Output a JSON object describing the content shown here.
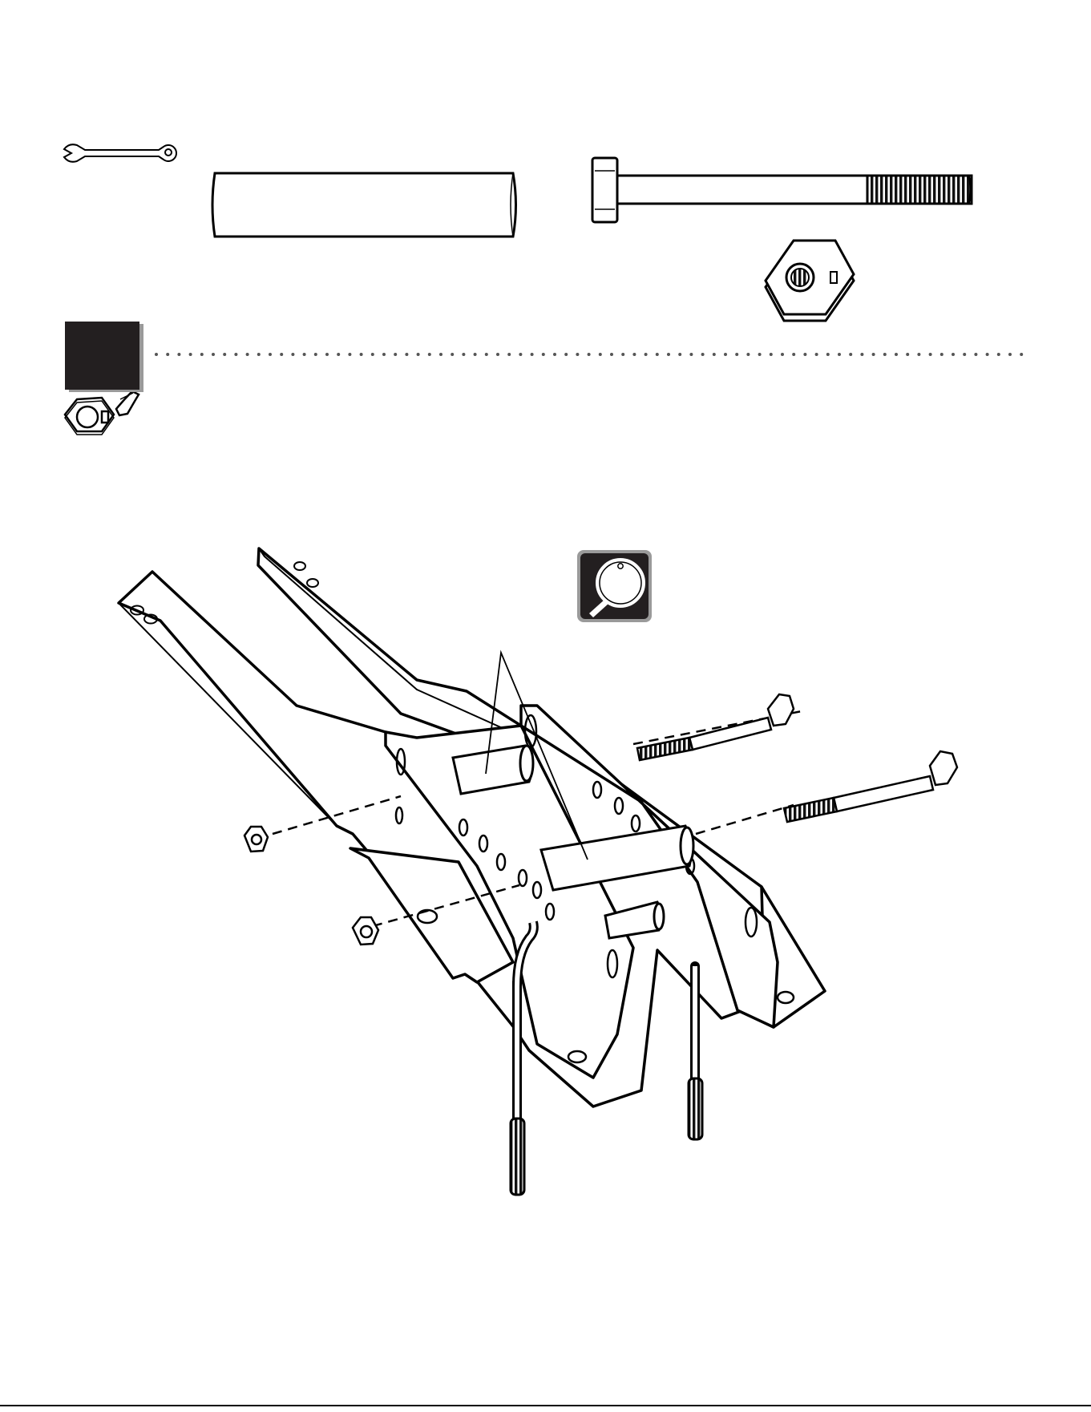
{
  "hardware": {
    "tool": "wrench-icon",
    "parts": [
      "spacer-tube",
      "hex-bolt",
      "lock-nut"
    ]
  },
  "step": {
    "number": "",
    "tip_icon": "lock-nut-orientation-icon",
    "magnifier_icon": "magnifier-detail-icon"
  },
  "footer": {
    "page_number": ""
  },
  "colors": {
    "line": "#000000",
    "step_box": "#231f20",
    "shadow": "#9a9a9a",
    "gray_dots": "#777777"
  }
}
